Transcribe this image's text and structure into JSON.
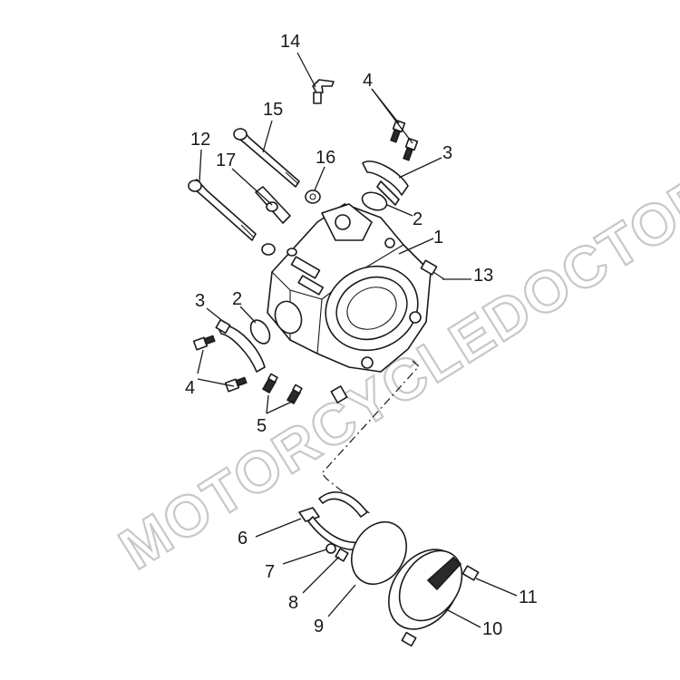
{
  "watermark": {
    "text": "MOTORCYCLEDOCTOR"
  },
  "callouts": [
    {
      "id": "c14",
      "label": "14"
    },
    {
      "id": "c4a",
      "label": "4"
    },
    {
      "id": "c15",
      "label": "15"
    },
    {
      "id": "c12",
      "label": "12"
    },
    {
      "id": "c17",
      "label": "17"
    },
    {
      "id": "c16",
      "label": "16"
    },
    {
      "id": "c3a",
      "label": "3"
    },
    {
      "id": "c2a",
      "label": "2"
    },
    {
      "id": "c1",
      "label": "1"
    },
    {
      "id": "c13",
      "label": "13"
    },
    {
      "id": "c3b",
      "label": "3"
    },
    {
      "id": "c2b",
      "label": "2"
    },
    {
      "id": "c4b",
      "label": "4"
    },
    {
      "id": "c5",
      "label": "5"
    },
    {
      "id": "c6",
      "label": "6"
    },
    {
      "id": "c7",
      "label": "7"
    },
    {
      "id": "c8",
      "label": "8"
    },
    {
      "id": "c9",
      "label": "9"
    },
    {
      "id": "c11",
      "label": "11"
    },
    {
      "id": "c10",
      "label": "10"
    }
  ],
  "colors": {
    "line": "#1a1a1a",
    "watermark": "#c8c8c8",
    "background": "#ffffff"
  }
}
